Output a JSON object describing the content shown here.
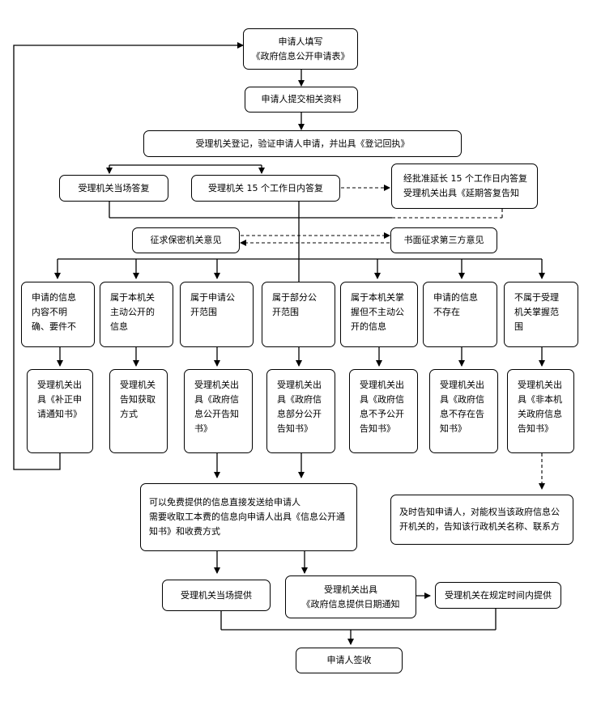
{
  "nodes": {
    "n1": "申请人填写\n《政府信息公开申请表》",
    "n2": "申请人提交相关资料",
    "n3": "受理机关登记，验证申请人申请，并出具《登记回执》",
    "n4a": "受理机关当场答复",
    "n4b": "受理机关 15 个工作日内答复",
    "n4c": "经批准延长 15 个工作日内答复\n受理机关出具《延期答复告知",
    "n5a": "征求保密机关意见",
    "n5b": "书面征求第三方意见",
    "c1": "申请的信息\n内容不明\n确、要件不",
    "c2": "属于本机关\n主动公开的\n信息",
    "c3": "属于申请公\n开范围",
    "c4": "属于部分公\n开范围",
    "c5": "属于本机关掌\n握但不主动公\n开的信息",
    "c6": "申请的信息\n不存在",
    "c7": "不属于受理\n机关掌握范\n围",
    "r1": "受理机关出\n具《补正申\n请通知书》",
    "r2": "受理机关\n告知获取\n方式",
    "r3": "受理机关出\n具《政府信\n息公开告知\n书》",
    "r4": "受理机关出\n具《政府信\n息部分公开\n告知书》",
    "r5": "受理机关出\n具《政府信\n息不予公开\n告知书》",
    "r6": "受理机关出\n具《政府信\n息不存在告\n知书》",
    "r7": "受理机关出\n具《非本机\n关政府信息\n告知书》",
    "p1": "可以免费提供的信息直接发送给申请人\n需要收取工本费的信息向申请人出具《信息公开通\n知书》和收费方式",
    "p2": "及时告知申请人，对能权当该政府信息公\n开机关的，告知该行政机关名称、联系方",
    "q1": "受理机关当场提供",
    "q2": "受理机关出具\n《政府信息提供日期通知",
    "q3": "受理机关在规定时间内提供",
    "final": "申请人签收"
  }
}
